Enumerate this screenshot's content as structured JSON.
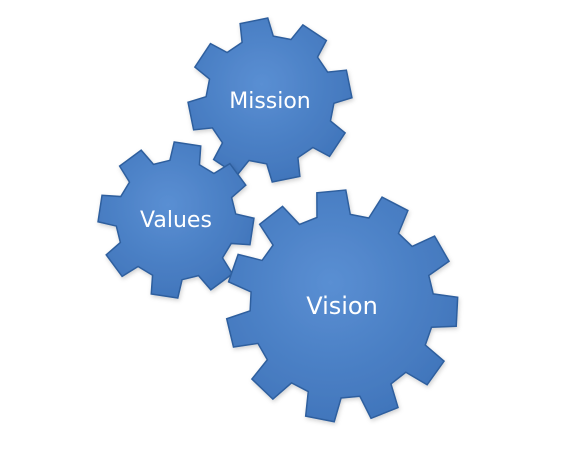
{
  "diagram": {
    "gears": [
      {
        "id": "mission",
        "label": "Mission",
        "color": "#3f74ba"
      },
      {
        "id": "values",
        "label": "Values",
        "color": "#3f74ba"
      },
      {
        "id": "vision",
        "label": "Vision",
        "color": "#3f74ba"
      }
    ],
    "colors": {
      "gear_fill": "#3f74ba",
      "gear_fill_light": "#5a8fd3",
      "gear_stroke": "#2f5f9e",
      "label_text": "#ffffff",
      "background": "#ffffff"
    }
  }
}
